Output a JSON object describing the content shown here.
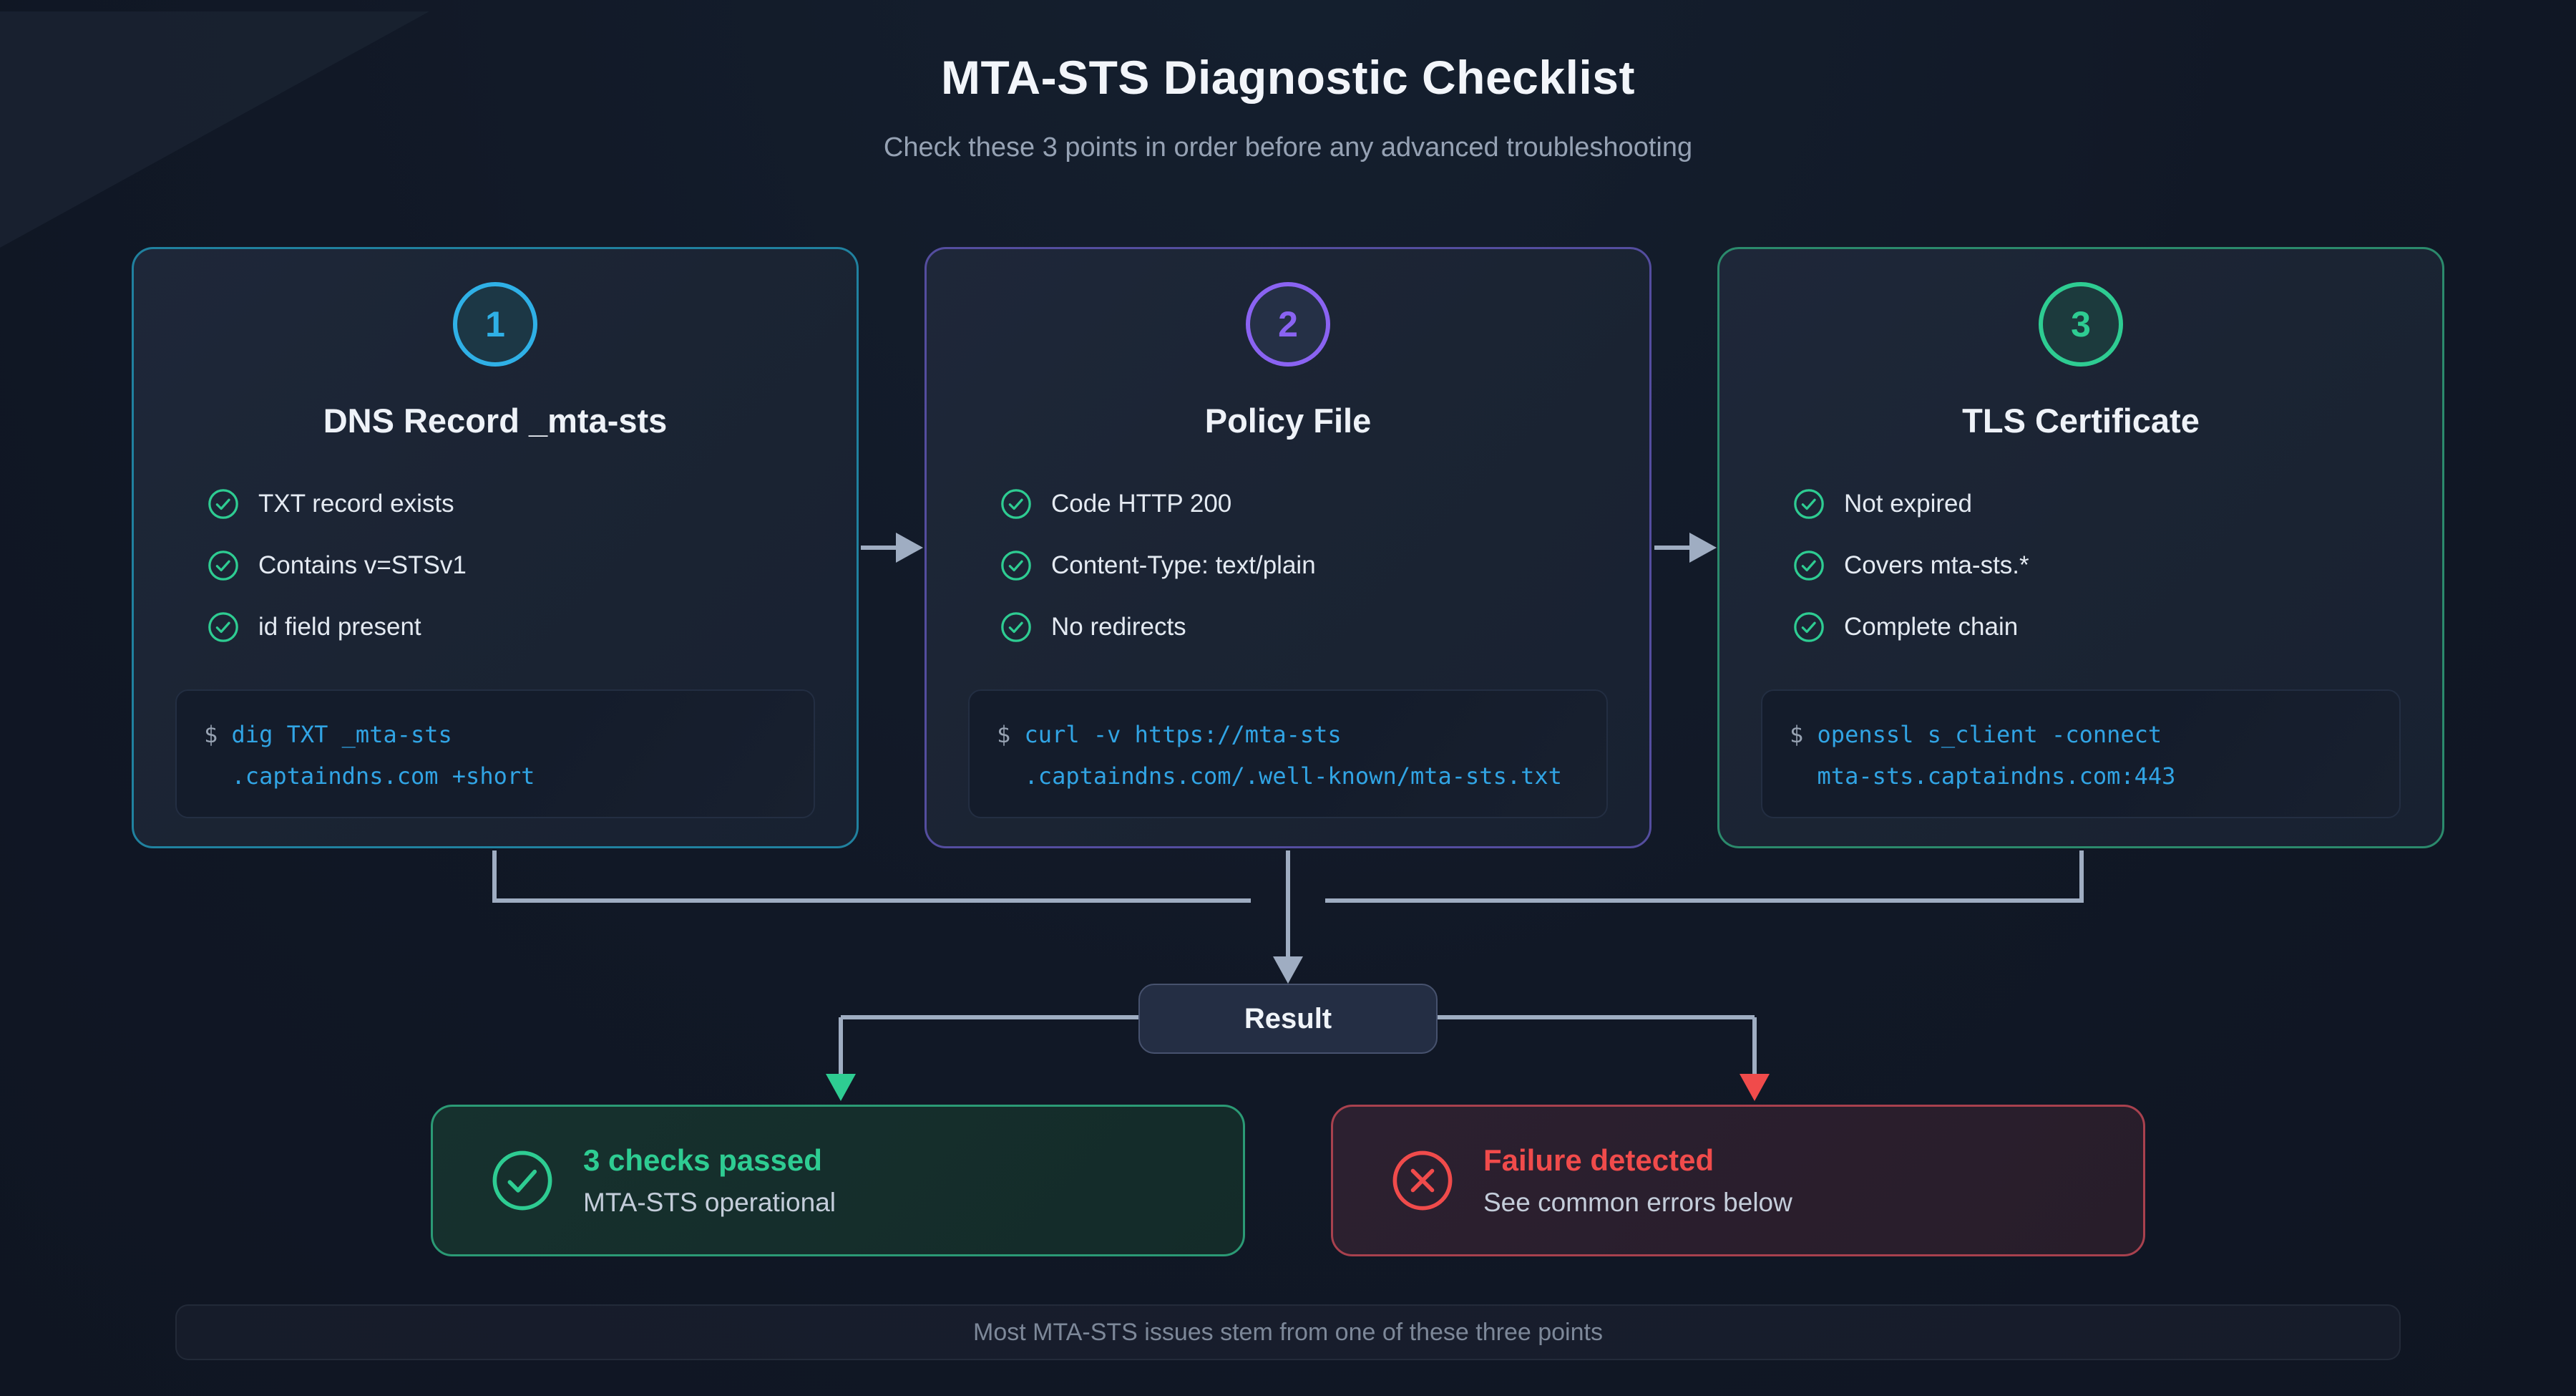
{
  "page": {
    "title": "MTA-STS Diagnostic Checklist",
    "subtitle": "Check these 3 points in order before any advanced troubleshooting",
    "footer_note": "Most MTA-STS issues stem from one of these three points"
  },
  "cards": [
    {
      "number": "1",
      "title": "DNS Record _mta-sts",
      "accent": "#2fb0e6",
      "border": "#20819f",
      "items": [
        "TXT record exists",
        "Contains v=STSv1",
        "id field present"
      ],
      "code": {
        "prompt": "$",
        "line1": "dig TXT _mta-sts",
        "line2": ".captaindns.com +short"
      }
    },
    {
      "number": "2",
      "title": "Policy File",
      "accent": "#8a63f2",
      "border": "#544d9f",
      "items": [
        "Code HTTP 200",
        "Content-Type: text/plain",
        "No redirects"
      ],
      "code": {
        "prompt": "$",
        "line1": "curl -v https://mta-sts",
        "line2": ".captaindns.com/.well-known/mta-sts.txt"
      }
    },
    {
      "number": "3",
      "title": "TLS Certificate",
      "accent": "#2ecc92",
      "border": "#2b8a6c",
      "items": [
        "Not expired",
        "Covers mta-sts.*",
        "Complete chain"
      ],
      "code": {
        "prompt": "$",
        "line1": "openssl s_client -connect",
        "line2": "mta-sts.captaindns.com:443"
      }
    }
  ],
  "result_node": {
    "label": "Result"
  },
  "outcomes": {
    "success": {
      "title": "3 checks passed",
      "subtitle": "MTA-STS operational",
      "color": "#2ecc92"
    },
    "failure": {
      "title": "Failure detected",
      "subtitle": "See common errors below",
      "color": "#f04b4b"
    }
  },
  "colors": {
    "background": "#111826",
    "card_background": "#1b2433",
    "connector_line": "#9fadc2",
    "code_command": "#31a4e4",
    "code_prompt": "#97a2b2",
    "check_green": "#2ecc92"
  }
}
